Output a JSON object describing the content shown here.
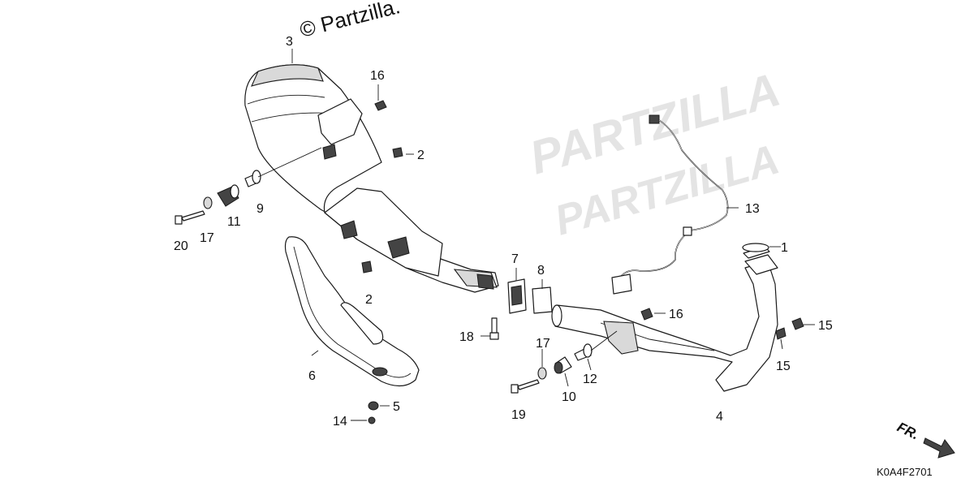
{
  "diagram": {
    "watermark": "© Partzilla.",
    "direction_label": "FR.",
    "diagram_code": "K0A4F2701",
    "callouts": {
      "c3": "3",
      "c16a": "16",
      "c2a": "2",
      "c9": "9",
      "c11": "11",
      "c17a": "17",
      "c20": "20",
      "c2b": "2",
      "c6": "6",
      "c5": "5",
      "c14": "14",
      "c7": "7",
      "c8": "8",
      "c18": "18",
      "c17b": "17",
      "c10": "10",
      "c12": "12",
      "c19": "19",
      "c13": "13",
      "c1": "1",
      "c16b": "16",
      "c15a": "15",
      "c15b": "15",
      "c4": "4"
    }
  }
}
